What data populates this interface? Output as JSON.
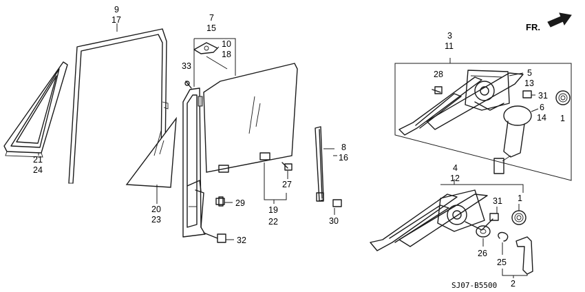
{
  "direction_label": "FR.",
  "diagram_code": "SJ07-B5500",
  "colors": {
    "line": "#1a1a1a",
    "background": "#ffffff"
  },
  "callouts": {
    "c9": "9",
    "c17": "17",
    "c7": "7",
    "c15": "15",
    "c10": "10",
    "c18": "18",
    "c33": "33",
    "c21": "21",
    "c24": "24",
    "c20": "20",
    "c23": "23",
    "c29": "29",
    "c32": "32",
    "c27": "27",
    "c19": "19",
    "c22": "22",
    "c8": "8",
    "c16": "16",
    "c30": "30",
    "c3": "3",
    "c11": "11",
    "c28": "28",
    "c5": "5",
    "c13": "13",
    "c31a": "31",
    "c6": "6",
    "c14": "14",
    "c1a": "1",
    "c4": "4",
    "c12": "12",
    "c31b": "31",
    "c1b": "1",
    "c26": "26",
    "c25": "25",
    "c2": "2"
  }
}
